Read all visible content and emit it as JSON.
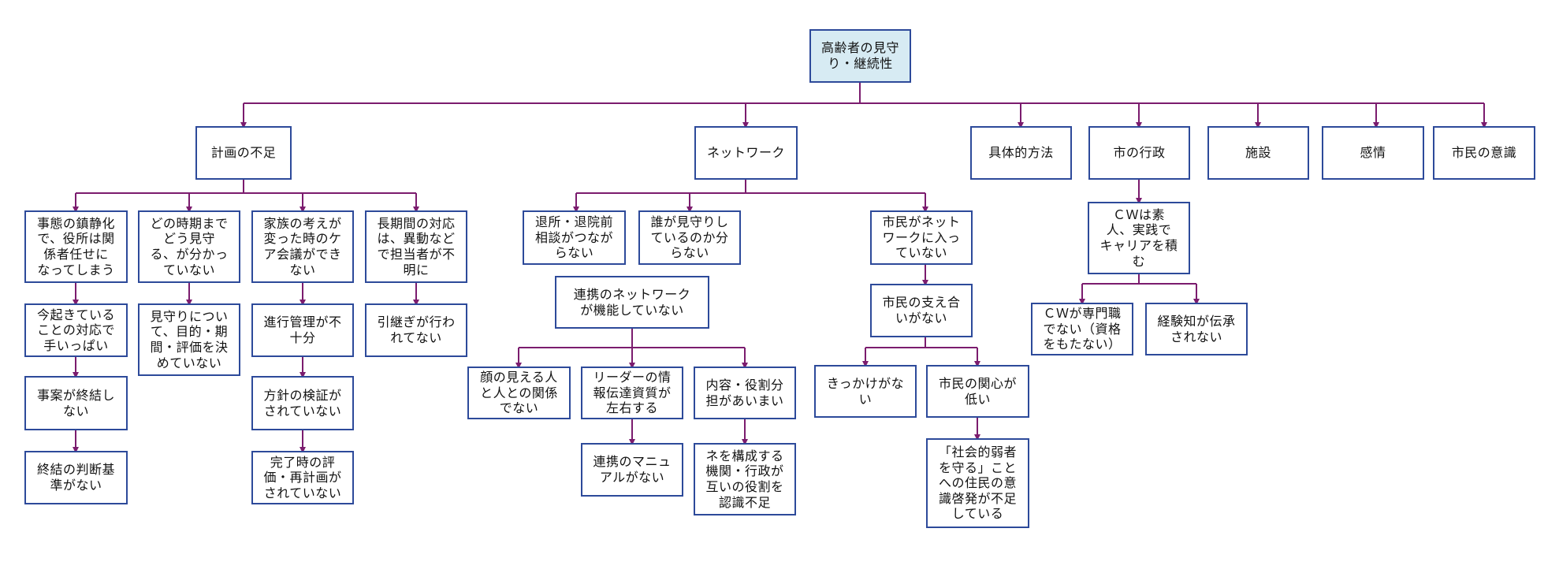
{
  "colors": {
    "box_border": "#2d4a9a",
    "root_fill": "#d7ebf3",
    "connector": "#7b1c6e"
  },
  "nodes": {
    "root": "高齢者の見守\nり・継続性",
    "c1": "計画の不足",
    "c2": "ネットワーク",
    "c3": "具体的方法",
    "c4": "市の行政",
    "c5": "施設",
    "c6": "感情",
    "c7": "市民の意識",
    "a1": "事態の鎮静化\nで、役所は関\n係者任せに\nなってしまう",
    "a1b": "今起きている\nことの対応で\n手いっぱい",
    "a1c": "事案が終結し\nない",
    "a1d": "終結の判断基\n準がない",
    "a2": "どの時期まで\nどう見守\nる、が分かっ\nていない",
    "a2b": "見守りについ\nて、目的・期\n間・評価を決\nめていない",
    "a3": "家族の考えが\n変った時のケ\nア会議ができ\nない",
    "a3b": "進行管理が不\n十分",
    "a3c": "方針の検証が\nされていない",
    "a3d": "完了時の評\n価・再計画が\nされていない",
    "a4": "長期間の対応\nは、異動など\nで担当者が不\n明に",
    "a4b": "引継ぎが行わ\nれてない",
    "n1": "退所・退院前\n相談がつなが\nらない",
    "n2": "誰が見守りし\nているのか分\nらない",
    "n3": "連携のネットワーク\nが機能していない",
    "n3a": "顔の見える人\nと人との関係\nでない",
    "n3b": "リーダーの情\n報伝達資質が\n左右する",
    "n3b1": "連携のマニュ\nアルがない",
    "n3c": "内容・役割分\n担があいまい",
    "n3c1": "ネを構成する\n機関・行政が\n互いの役割を\n認識不足",
    "n4": "市民がネット\nワークに入っ\nていない",
    "n4a": "市民の支え合\nいがない",
    "n4b": "きっかけがな\nい",
    "n4c": "市民の関心が\n低い",
    "n4c1": "「社会的弱者\nを守る」こと\nへの住民の意\n識啓発が不足\nしている",
    "g1": "ＣＷは素\n人、実践で\nキャリアを積\nむ",
    "g1a": "ＣＷが専門職\nでない（資格\nをもたない）",
    "g1b": "経験知が伝承\nされない"
  }
}
